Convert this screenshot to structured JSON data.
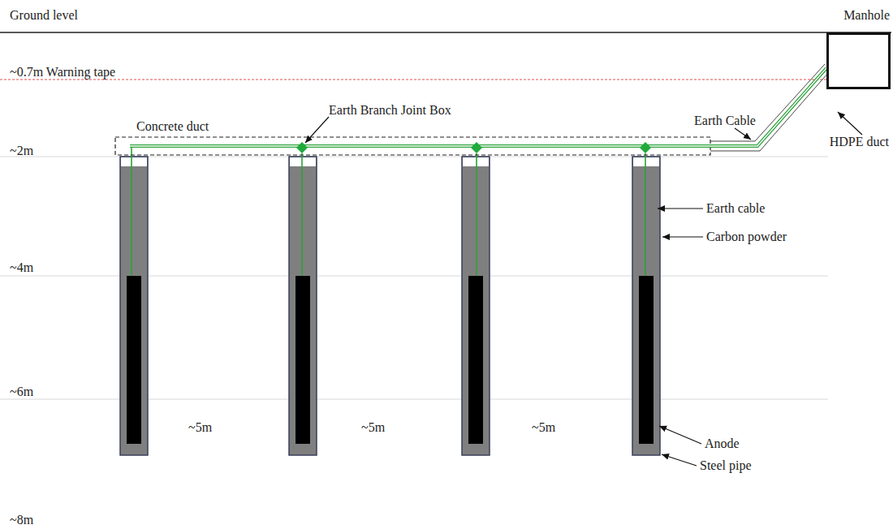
{
  "diagram": {
    "nodes": [
      {
        "text": [
          "Manhole"
        ]
      }
    ],
    "labels": [
      "Ground level",
      "~0.7m Warning tape",
      "Concrete duct",
      "Earth Branch Joint Box",
      "Earth Cable",
      "HDPE duct",
      "~2m",
      "Earth cable",
      "~4m",
      "Carbon powder",
      "~6m",
      "~5m",
      "~5m",
      "~5m",
      "Anode",
      "Steel pipe",
      "~8m"
    ]
  }
}
